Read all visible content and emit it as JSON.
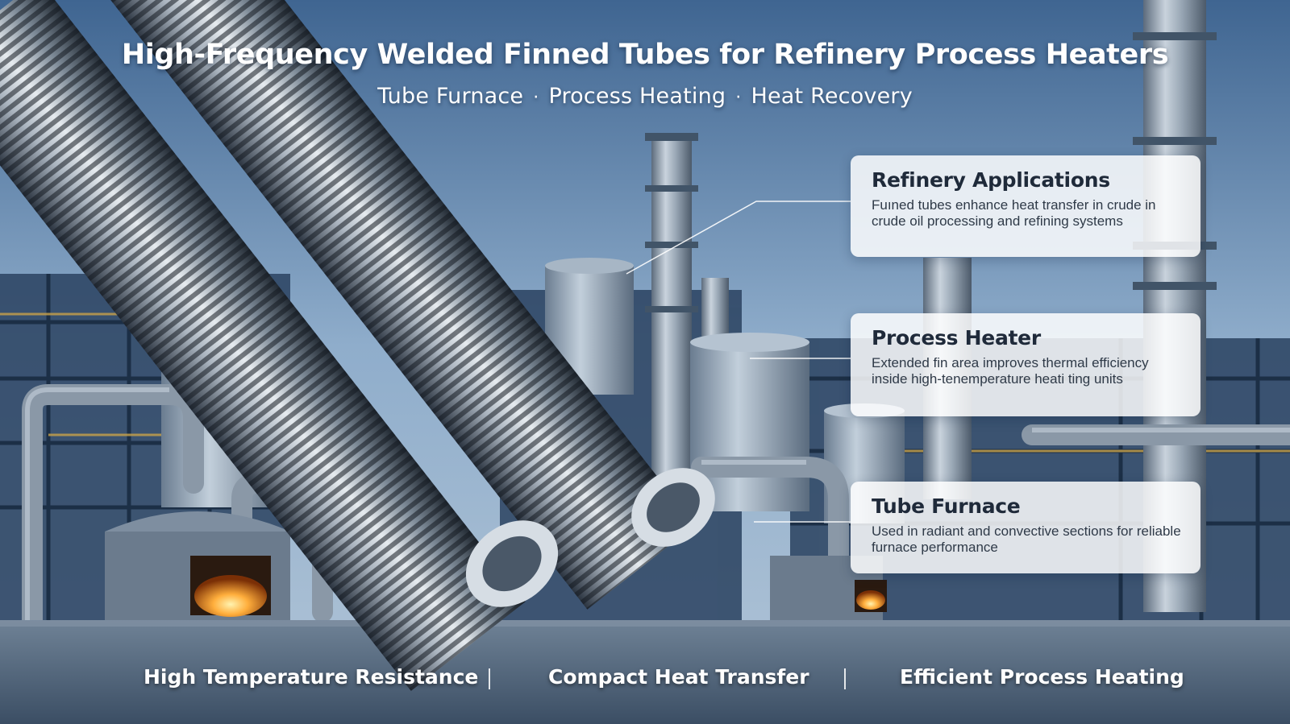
{
  "header": {
    "title": "High-Frequency Welded Finned Tubes for Refinery Process Heaters",
    "tags": [
      "Tube Furnace",
      "Process Heating",
      "Heat Recovery"
    ],
    "tag_separator": "·"
  },
  "cards": [
    {
      "title": "Refinery Applications",
      "text": "Fuıned tubes enhance heat transfer in crude in crude oil processing and refining systems"
    },
    {
      "title": "Process Heater",
      "text": "Extended fin area improves thermal efficiency inside high-tenemperature heati ting units"
    },
    {
      "title": "Tube Furnace",
      "text": "Used in radiant and convective sections for reliable furnace performance"
    }
  ],
  "features": [
    "High Temperature Resistance",
    "Compact Heat Transfer",
    "Efficient Process Heating"
  ],
  "colors": {
    "sky_top": "#4a6f99",
    "sky_bottom": "#a9c1d8",
    "steel": "#8d9aa8",
    "structure": "#22364f",
    "fire": "#ff9a2e",
    "ground": "#5f7287"
  },
  "icons": [
    "finned-tube-icon",
    "distillation-column-icon",
    "storage-tank-icon",
    "furnace-fire-icon"
  ]
}
